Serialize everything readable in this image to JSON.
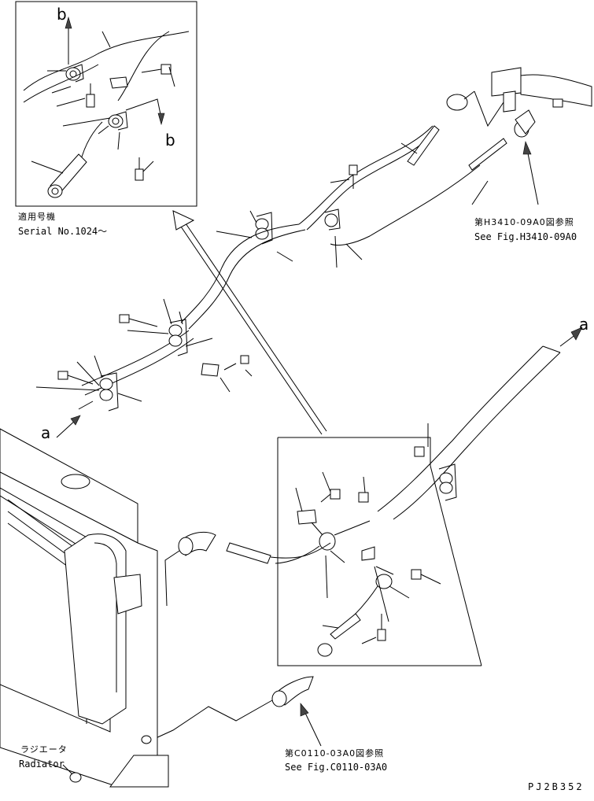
{
  "diagram": {
    "detail_markers": {
      "a": "a",
      "b": "b"
    },
    "serial_note": {
      "japanese": "適用号機",
      "english": "Serial No.1024～"
    },
    "references": {
      "h3410": {
        "japanese": "第H3410-09A0図参照",
        "english": "See Fig.H3410-09A0"
      },
      "c0110": {
        "japanese": "第C0110-03A0図参照",
        "english": "See Fig.C0110-03A0"
      }
    },
    "component": {
      "japanese": "ラジエータ",
      "english": "Radiator"
    },
    "figure_code": "PJ2B352"
  }
}
